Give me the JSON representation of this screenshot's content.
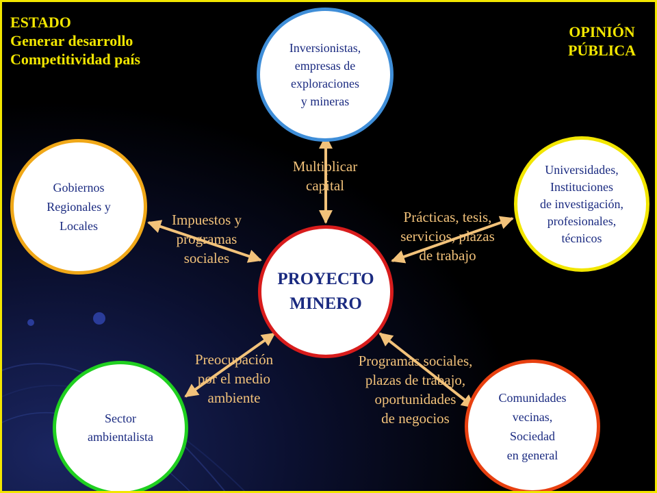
{
  "top_left": {
    "lines": [
      "ESTADO",
      "Generar desarrollo",
      "Competitividad país"
    ]
  },
  "top_right": {
    "lines": [
      "OPINIÓN",
      "PÚBLICA"
    ]
  },
  "nodes": {
    "center": {
      "lines": [
        "PROYECTO",
        "MINERO"
      ]
    },
    "top": {
      "lines": [
        "Inversionistas,",
        "empresas de",
        "exploraciones",
        "y mineras"
      ]
    },
    "left": {
      "lines": [
        "Gobiernos",
        "Regionales y",
        "Locales"
      ]
    },
    "right": {
      "lines": [
        "Universidades,",
        "Instituciones",
        "de investigación,",
        "profesionales,",
        "técnicos"
      ]
    },
    "bottom_left": {
      "lines": [
        "Sector",
        "ambientalista"
      ]
    },
    "bottom_right": {
      "lines": [
        "Comunidades",
        "vecinas,",
        "Sociedad",
        "en general"
      ]
    }
  },
  "relations": {
    "top": {
      "lines": [
        "Multiplicar",
        "capital"
      ]
    },
    "left": {
      "lines": [
        "Impuestos y",
        "programas",
        "sociales"
      ]
    },
    "right": {
      "lines": [
        "Prácticas, tesis,",
        "servicios, plazas",
        "de trabajo"
      ]
    },
    "bottom_left": {
      "lines": [
        "Preocupación",
        "por el medio",
        "ambiente"
      ]
    },
    "bottom_right": {
      "lines": [
        "Programas sociales,",
        "plazas de trabajo,",
        "oportunidades",
        "de negocios"
      ]
    }
  },
  "colors": {
    "border": "#f2e600",
    "corner_text": "#f2e600",
    "arrow": "#f2c27a",
    "relation_text": "#f2c27a",
    "node_text": "#1a2a80",
    "top_ring": "#3f8ed8",
    "left_ring": "#f0a818",
    "right_ring": "#f2e600",
    "center_ring": "#d81c1c",
    "bottom_left_ring": "#20d020",
    "bottom_right_ring": "#e84010"
  }
}
